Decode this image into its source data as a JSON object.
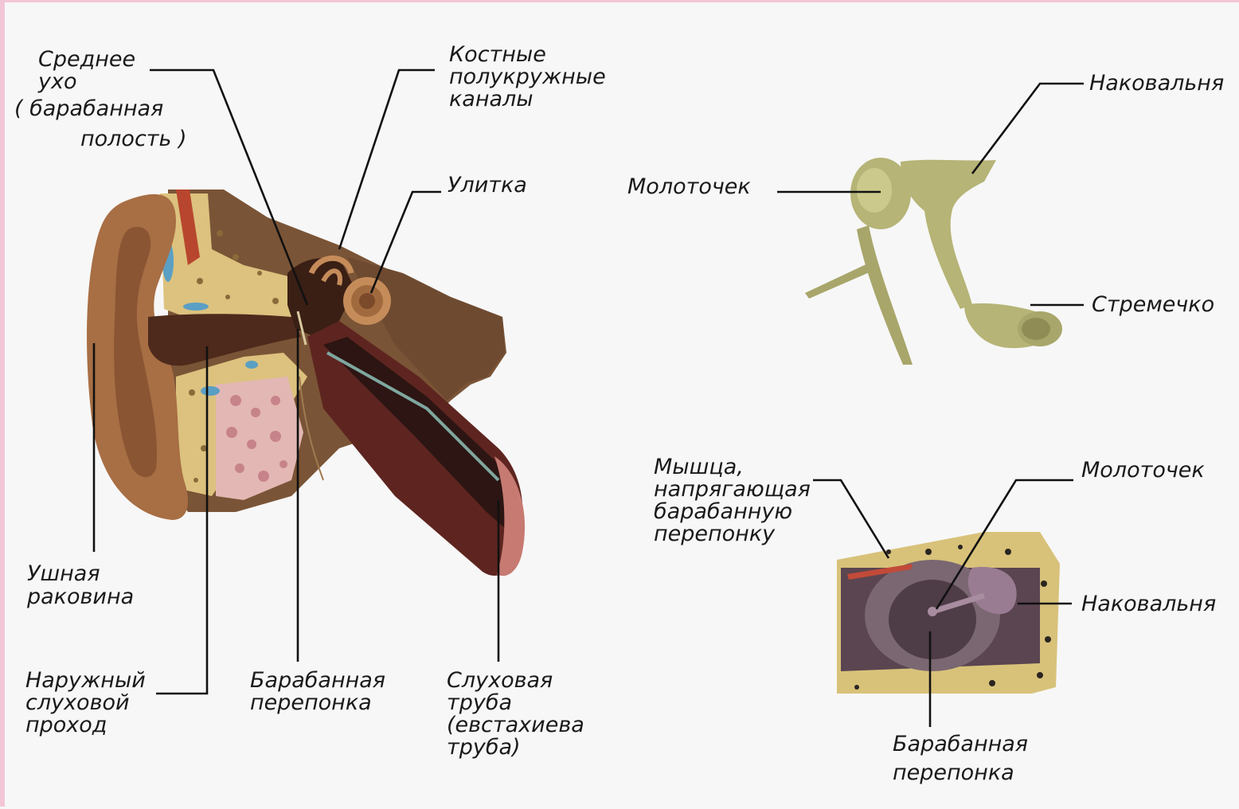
{
  "colors": {
    "background": "#f7f7f7",
    "border": "#f2c6d6",
    "auricle": "#a86e44",
    "bone": "#dcc27e",
    "canal": "#4e2a1c",
    "tube": "#6e2a22",
    "ossicle": "#b6b476",
    "drum_block": "#d8c27a"
  },
  "labels": {
    "middle_ear": [
      "Среднее",
      "ухо",
      "( барабанная",
      "полость )"
    ],
    "semicircular": [
      "Костные",
      "полукружные",
      "каналы"
    ],
    "cochlea": [
      "Улитка"
    ],
    "auricle": [
      "Ушная",
      "раковина"
    ],
    "ext_canal": [
      "Наружный",
      "слуховой",
      "проход"
    ],
    "eardrum": [
      "Барабанная",
      "перепонка"
    ],
    "eustachian": [
      "Слуховая",
      "труба",
      "(евстахиева",
      "труба)"
    ],
    "incus_top": [
      "Наковальня"
    ],
    "malleus_top": [
      "Молоточек"
    ],
    "stapes": [
      "Стремечко"
    ],
    "tensor_muscle": [
      "Мышца,",
      "напрягающая",
      "барабанную",
      "перепонку"
    ],
    "malleus_bottom": [
      "Молоточек"
    ],
    "incus_bottom": [
      "Наковальня"
    ],
    "eardrum_bottom": [
      "Барабанная",
      "перепонка"
    ]
  }
}
